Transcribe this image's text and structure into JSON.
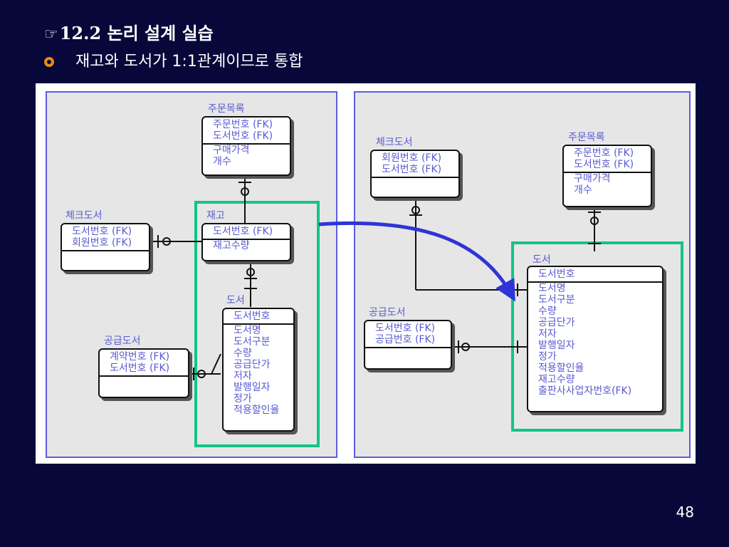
{
  "slide": {
    "title_icon": "☞",
    "title": "12.2 논리 설계 실습",
    "bullet_icon": "orange-ring-bullet",
    "bullet_text": "재고와 도서가 1:1관계이므로 통합",
    "page_number": "48"
  },
  "colors": {
    "background": "#07073a",
    "bullet": "#e98d10",
    "highlight": "#12c48a",
    "arrow": "#2e35d6",
    "entity_text": "#5a5ad2"
  },
  "left": {
    "order_list": {
      "label": "주문목록",
      "keys": [
        "주문번호 (FK)",
        "도서번호 (FK)"
      ],
      "attrs": [
        "구매가격",
        "개수"
      ]
    },
    "check_book": {
      "label": "체크도서",
      "keys": [
        "도서번호 (FK)",
        "회원번호 (FK)"
      ],
      "attrs": []
    },
    "stock": {
      "label": "재고",
      "keys": [
        "도서번호 (FK)"
      ],
      "attrs": [
        "재고수량"
      ]
    },
    "book": {
      "label": "도서",
      "keys": [
        "도서번호"
      ],
      "attrs": [
        "도서명",
        "도서구분",
        "수량",
        "공급단가",
        "저자",
        "발행일자",
        "정가",
        "적용할인율"
      ]
    },
    "supply_book": {
      "label": "공급도서",
      "keys": [
        "계약번호 (FK)",
        "도서번호 (FK)"
      ],
      "attrs": []
    }
  },
  "right": {
    "check_book": {
      "label": "체크도서",
      "keys": [
        "회원번호 (FK)",
        "도서번호 (FK)"
      ],
      "attrs": []
    },
    "order_list": {
      "label": "주문목록",
      "keys": [
        "주문번호 (FK)",
        "도서번호 (FK)"
      ],
      "attrs": [
        "구매가격",
        "개수"
      ]
    },
    "supply_book": {
      "label": "공급도서",
      "keys": [
        "도서번호 (FK)",
        "공급번호 (FK)"
      ],
      "attrs": []
    },
    "book": {
      "label": "도서",
      "keys": [
        "도서번호"
      ],
      "attrs": [
        "도서명",
        "도서구분",
        "수량",
        "공급단가",
        "저자",
        "발행일자",
        "정가",
        "적용할인율",
        "재고수량",
        "출판사사업자번호(FK)"
      ]
    }
  }
}
